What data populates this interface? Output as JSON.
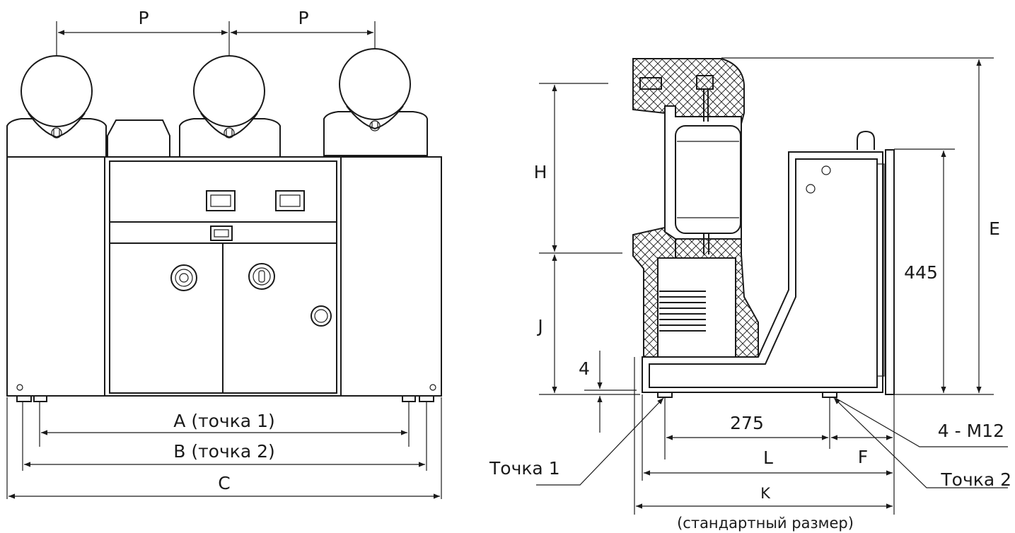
{
  "labels": {
    "p_left": "P",
    "p_right": "P",
    "a": "A (точка 1)",
    "b": "B (точка 2)",
    "c": "C",
    "h": "H",
    "j": "J",
    "e": "E",
    "d445": "445",
    "d4": "4",
    "d275": "275",
    "l": "L",
    "f": "F",
    "k": "K",
    "standard": "(стандартный размер)",
    "m12": "4 - M12",
    "point1": "Точка 1",
    "point2": "Точка 2"
  },
  "colors": {
    "line": "#1a1a1a",
    "background": "#ffffff"
  }
}
